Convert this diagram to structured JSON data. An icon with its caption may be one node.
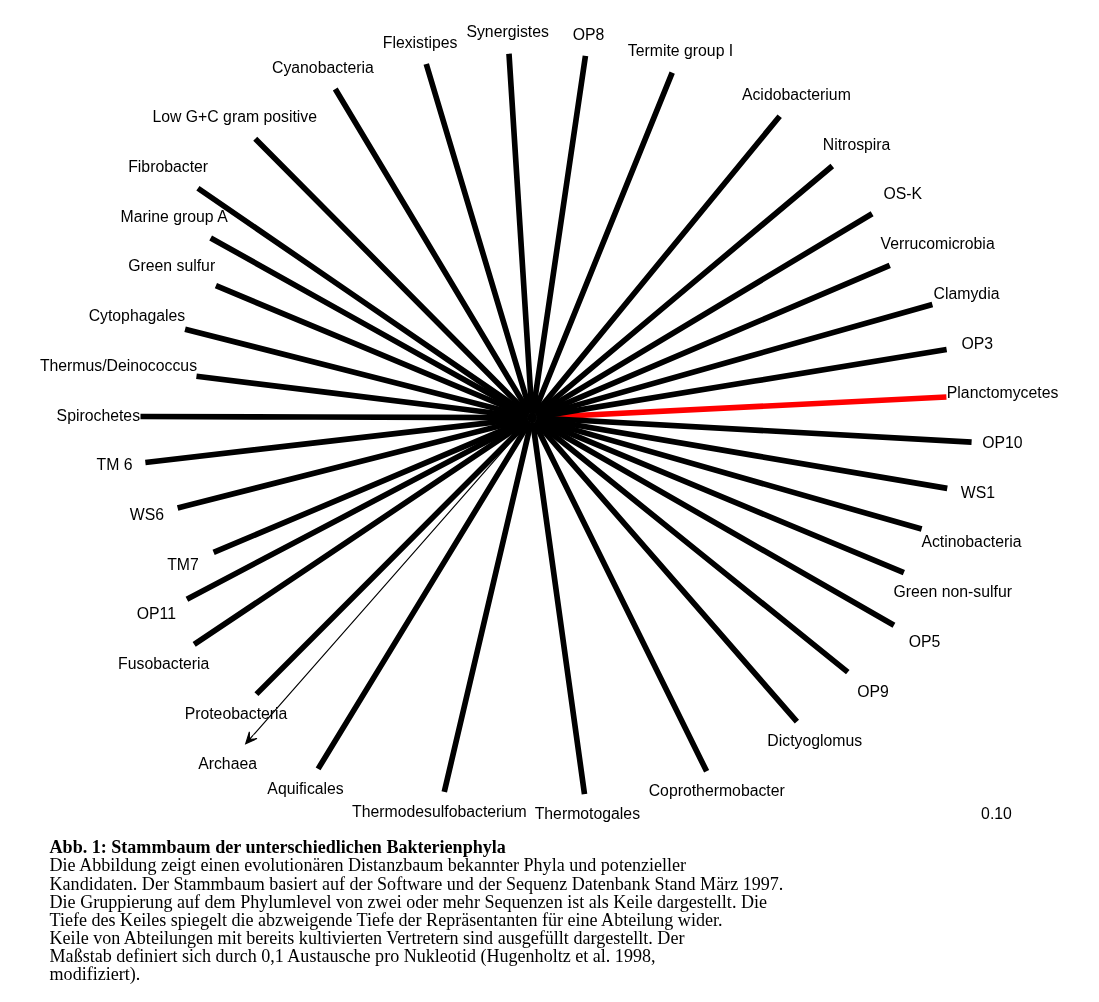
{
  "diagram": {
    "title": "Abb. 1: Stammbaum der unterschiedlichen Bakterienphyla",
    "caption": "Die Abbildung zeigt einen evolutionären Distanzbaum bekannter Phyla und potenzieller Kandidaten. Der Stammbaum basiert auf der Software und der Sequenz Datenbank Stand März 1997. Die Gruppierung auf dem Phylumlevel von zwei oder mehr Sequenzen ist als Keile dargestellt. Die Tiefe des Keiles spiegelt die abzweigende Tiefe der Repräsentanten für eine Abteilung wider. Keile von Abteilungen mit bereits kultivierten Vertretern sind ausgefüllt dargestellt. Der Maßstab definiert sich durch 0,1 Austausche pro Nukleotid (Hugenholtz et al. 1998, modifiziert).",
    "nodes": [
      {
        "text": [
          "Planctomycetes"
        ]
      },
      {
        "text": [
          "OP3"
        ]
      },
      {
        "text": [
          "Clamydia"
        ]
      },
      {
        "text": [
          "Verrucomicrobia"
        ]
      },
      {
        "text": [
          "OS-K"
        ]
      },
      {
        "text": [
          "Nitrospira"
        ]
      },
      {
        "text": [
          "Acidobacterium"
        ]
      },
      {
        "text": [
          "Termite group I"
        ]
      },
      {
        "text": [
          "OP8"
        ]
      },
      {
        "text": [
          "Synergistes"
        ]
      },
      {
        "text": [
          "Flexistipes"
        ]
      },
      {
        "text": [
          "Cyanobacteria"
        ]
      },
      {
        "text": [
          "Low G+C gram positive"
        ]
      },
      {
        "text": [
          "Fibrobacter"
        ]
      },
      {
        "text": [
          "Marine group A"
        ]
      },
      {
        "text": [
          "Green sulfur"
        ]
      },
      {
        "text": [
          "Cytophagales"
        ]
      },
      {
        "text": [
          "Thermus/Deinococcus"
        ]
      },
      {
        "text": [
          "Spirochetes"
        ]
      },
      {
        "text": [
          "TM 6"
        ]
      },
      {
        "text": [
          "WS6"
        ]
      },
      {
        "text": [
          "TM7"
        ]
      },
      {
        "text": [
          "OP11"
        ]
      },
      {
        "text": [
          "Fusobacteria"
        ]
      },
      {
        "text": [
          "Proteobacteria"
        ]
      },
      {
        "text": [
          "Archaea"
        ]
      },
      {
        "text": [
          "Aquificales"
        ]
      },
      {
        "text": [
          "Thermodesulfobacterium"
        ]
      },
      {
        "text": [
          "Thermotogales"
        ]
      },
      {
        "text": [
          "Coprothermobacter"
        ]
      },
      {
        "text": [
          "Dictyoglomus"
        ]
      },
      {
        "text": [
          "OP9"
        ]
      },
      {
        "text": [
          "OP5"
        ]
      },
      {
        "text": [
          "Green non-sulfur"
        ]
      },
      {
        "text": [
          "Actinobacteria"
        ]
      },
      {
        "text": [
          "WS1"
        ]
      },
      {
        "text": [
          "OP10"
        ]
      },
      {
        "text": [],
        "shape": "point"
      }
    ],
    "edges": [
      {
        "from": 37,
        "to": 0,
        "arrow": "none",
        "color": "#ff0000"
      },
      {
        "from": 37,
        "to": 1,
        "arrow": "none"
      },
      {
        "from": 37,
        "to": 2,
        "arrow": "none"
      },
      {
        "from": 37,
        "to": 3,
        "arrow": "none"
      },
      {
        "from": 37,
        "to": 4,
        "arrow": "none"
      },
      {
        "from": 37,
        "to": 5,
        "arrow": "none"
      },
      {
        "from": 37,
        "to": 6,
        "arrow": "none"
      },
      {
        "from": 37,
        "to": 7,
        "arrow": "none"
      },
      {
        "from": 37,
        "to": 8,
        "arrow": "none"
      },
      {
        "from": 37,
        "to": 9,
        "arrow": "none"
      },
      {
        "from": 37,
        "to": 10,
        "arrow": "none"
      },
      {
        "from": 37,
        "to": 11,
        "arrow": "none"
      },
      {
        "from": 37,
        "to": 12,
        "arrow": "none"
      },
      {
        "from": 37,
        "to": 13,
        "arrow": "none"
      },
      {
        "from": 37,
        "to": 14,
        "arrow": "none"
      },
      {
        "from": 37,
        "to": 15,
        "arrow": "none"
      },
      {
        "from": 37,
        "to": 16,
        "arrow": "none"
      },
      {
        "from": 37,
        "to": 17,
        "arrow": "none"
      },
      {
        "from": 37,
        "to": 18,
        "arrow": "none"
      },
      {
        "from": 37,
        "to": 19,
        "arrow": "none"
      },
      {
        "from": 37,
        "to": 20,
        "arrow": "none"
      },
      {
        "from": 37,
        "to": 21,
        "arrow": "none"
      },
      {
        "from": 37,
        "to": 22,
        "arrow": "none"
      },
      {
        "from": 37,
        "to": 23,
        "arrow": "none"
      },
      {
        "from": 37,
        "to": 24,
        "arrow": "none"
      },
      {
        "from": 37,
        "to": 25,
        "arrow": "to"
      },
      {
        "from": 37,
        "to": 26,
        "arrow": "none"
      },
      {
        "from": 37,
        "to": 27,
        "arrow": "none"
      },
      {
        "from": 37,
        "to": 28,
        "arrow": "none"
      },
      {
        "from": 37,
        "to": 29,
        "arrow": "none"
      },
      {
        "from": 37,
        "to": 30,
        "arrow": "none"
      },
      {
        "from": 37,
        "to": 31,
        "arrow": "none"
      },
      {
        "from": 37,
        "to": 32,
        "arrow": "none"
      },
      {
        "from": 37,
        "to": 33,
        "arrow": "none"
      },
      {
        "from": 37,
        "to": 34,
        "arrow": "none"
      },
      {
        "from": 37,
        "to": 35,
        "arrow": "none"
      },
      {
        "from": 37,
        "to": 36,
        "arrow": "none"
      }
    ],
    "labels": [
      "0.10"
    ]
  }
}
